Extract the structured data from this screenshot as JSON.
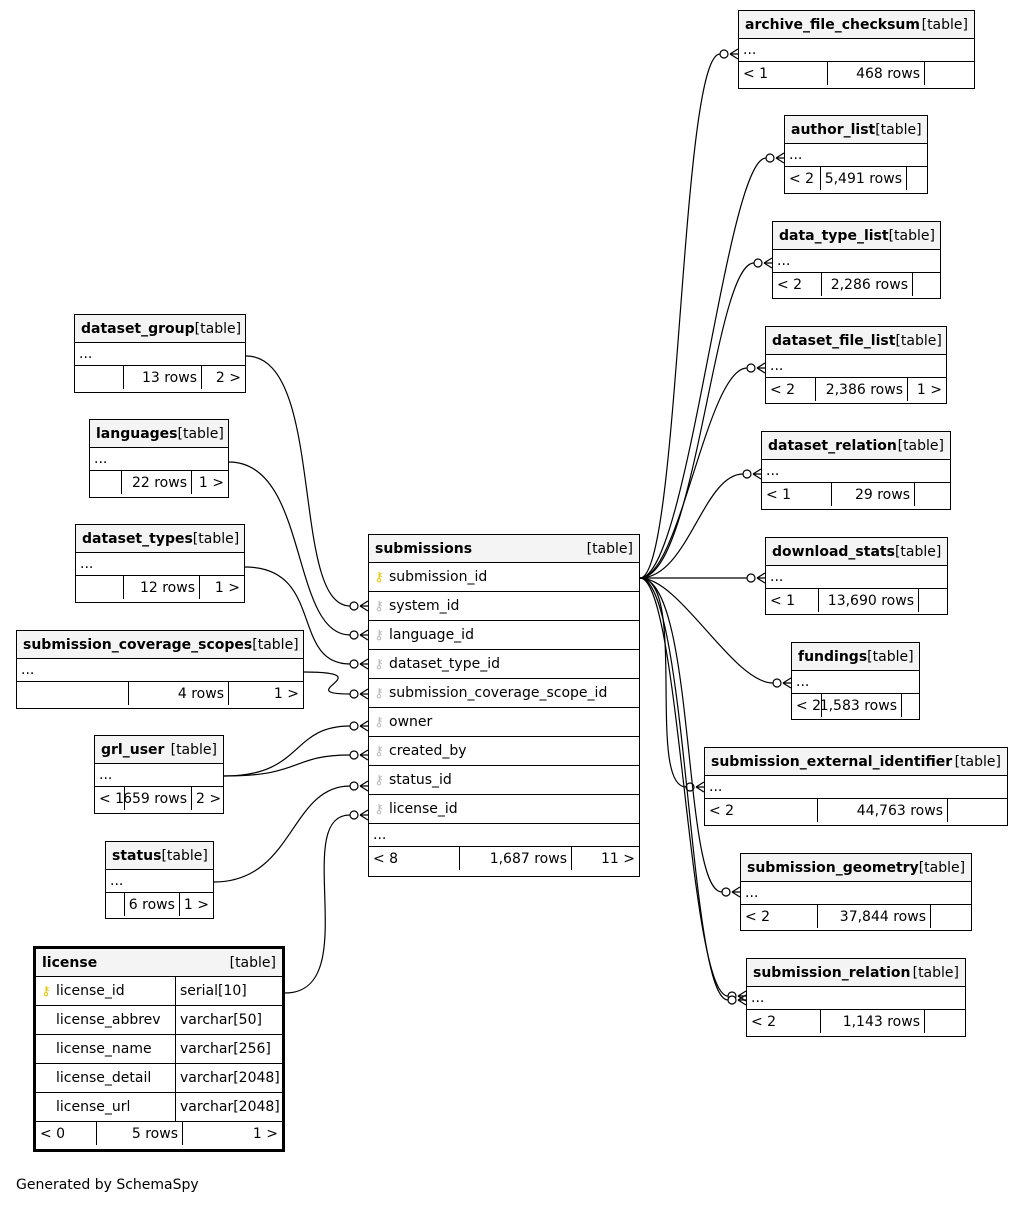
{
  "tables": {
    "archive_file_checksum": {
      "name": "archive_file_checksum",
      "tag": "[table]",
      "ellipsis": "...",
      "parents": "< 1",
      "rows": "468 rows",
      "children": ""
    },
    "author_list": {
      "name": "author_list",
      "tag": "[table]",
      "ellipsis": "...",
      "parents": "< 2",
      "rows": "5,491 rows",
      "children": ""
    },
    "data_type_list": {
      "name": "data_type_list",
      "tag": "[table]",
      "ellipsis": "...",
      "parents": "< 2",
      "rows": "2,286 rows",
      "children": ""
    },
    "dataset_file_list": {
      "name": "dataset_file_list",
      "tag": "[table]",
      "ellipsis": "...",
      "parents": "< 2",
      "rows": "2,386 rows",
      "children": "1 >"
    },
    "dataset_relation": {
      "name": "dataset_relation",
      "tag": "[table]",
      "ellipsis": "...",
      "parents": "< 1",
      "rows": "29 rows",
      "children": ""
    },
    "download_stats": {
      "name": "download_stats",
      "tag": "[table]",
      "ellipsis": "...",
      "parents": "< 1",
      "rows": "13,690 rows",
      "children": ""
    },
    "fundings": {
      "name": "fundings",
      "tag": "[table]",
      "ellipsis": "...",
      "parents": "< 2",
      "rows": "1,583 rows",
      "children": ""
    },
    "submission_external_identifier": {
      "name": "submission_external_identifier",
      "tag": "[table]",
      "ellipsis": "...",
      "parents": "< 2",
      "rows": "44,763 rows",
      "children": ""
    },
    "submission_geometry": {
      "name": "submission_geometry",
      "tag": "[table]",
      "ellipsis": "...",
      "parents": "< 2",
      "rows": "37,844 rows",
      "children": ""
    },
    "submission_relation": {
      "name": "submission_relation",
      "tag": "[table]",
      "ellipsis": "...",
      "parents": "< 2",
      "rows": "1,143 rows",
      "children": ""
    },
    "dataset_group": {
      "name": "dataset_group",
      "tag": "[table]",
      "ellipsis": "...",
      "parents": "",
      "rows": "13 rows",
      "children": "2 >"
    },
    "languages": {
      "name": "languages",
      "tag": "[table]",
      "ellipsis": "...",
      "parents": "",
      "rows": "22 rows",
      "children": "1 >"
    },
    "dataset_types": {
      "name": "dataset_types",
      "tag": "[table]",
      "ellipsis": "...",
      "parents": "",
      "rows": "12 rows",
      "children": "1 >"
    },
    "submission_coverage_scopes": {
      "name": "submission_coverage_scopes",
      "tag": "[table]",
      "ellipsis": "...",
      "parents": "",
      "rows": "4 rows",
      "children": "1 >"
    },
    "grl_user": {
      "name": "grl_user",
      "tag": "[table]",
      "ellipsis": "...",
      "parents": "< 1",
      "rows": "659 rows",
      "children": "2 >"
    },
    "status": {
      "name": "status",
      "tag": "[table]",
      "ellipsis": "...",
      "parents": "",
      "rows": "6 rows",
      "children": "1 >"
    }
  },
  "submissions": {
    "name": "submissions",
    "tag": "[table]",
    "columns": [
      "submission_id",
      "system_id",
      "language_id",
      "dataset_type_id",
      "submission_coverage_scope_id",
      "owner",
      "created_by",
      "status_id",
      "license_id"
    ],
    "ellipsis": "...",
    "parents": "< 8",
    "rows": "1,687 rows",
    "children": "11 >"
  },
  "license": {
    "name": "license",
    "tag": "[table]",
    "columns": [
      {
        "name": "license_id",
        "type": "serial[10]"
      },
      {
        "name": "license_abbrev",
        "type": "varchar[50]"
      },
      {
        "name": "license_name",
        "type": "varchar[256]"
      },
      {
        "name": "license_detail",
        "type": "varchar[2048]"
      },
      {
        "name": "license_url",
        "type": "varchar[2048]"
      }
    ],
    "parents": "< 0",
    "rows": "5 rows",
    "children": "1 >"
  },
  "footer": {
    "generated": "Generated by SchemaSpy"
  },
  "icons": {
    "primary_key": "key-icon-gold",
    "foreign_key": "key-icon-gray"
  }
}
